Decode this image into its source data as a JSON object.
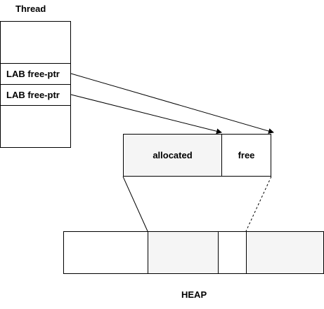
{
  "thread": {
    "title": "Thread",
    "slots": [
      "",
      "LAB free-ptr",
      "LAB free-ptr",
      ""
    ]
  },
  "lab": {
    "allocated_label": "allocated",
    "free_label": "free"
  },
  "heap": {
    "title": "HEAP"
  },
  "colors": {
    "stroke": "#000000",
    "allocated_fill": "#f5f5f5",
    "free_fill": "#ffffff"
  }
}
